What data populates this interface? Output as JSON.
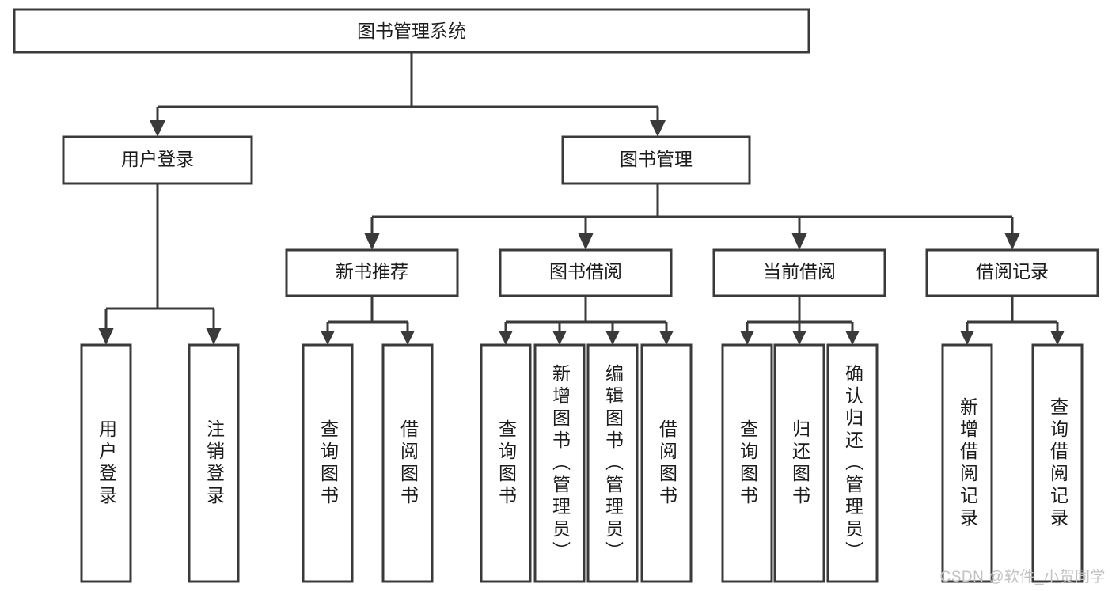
{
  "diagram": {
    "title": "图书管理系统",
    "type": "tree-hierarchy-chart",
    "root": {
      "label": "图书管理系统"
    },
    "level2": [
      {
        "label": "用户登录"
      },
      {
        "label": "图书管理"
      }
    ],
    "level3": [
      {
        "label": "新书推荐"
      },
      {
        "label": "图书借阅"
      },
      {
        "label": "当前借阅"
      },
      {
        "label": "借阅记录"
      }
    ],
    "leaves": [
      {
        "label": "用户登录"
      },
      {
        "label": "注销登录"
      },
      {
        "label": "查询图书"
      },
      {
        "label": "借阅图书"
      },
      {
        "label": "查询图书"
      },
      {
        "label": "新增图书（管理员）"
      },
      {
        "label": "编辑图书（管理员）"
      },
      {
        "label": "借阅图书"
      },
      {
        "label": "查询图书"
      },
      {
        "label": "归还图书"
      },
      {
        "label": "确认归还（管理员）"
      },
      {
        "label": "新增借阅记录"
      },
      {
        "label": "查询借阅记录"
      }
    ],
    "watermark": "CSDN @软件_小贺同学",
    "colors": {
      "stroke": "#3a3a3a",
      "fill": "#ffffff",
      "text": "#1c1c1c",
      "watermark": "#c2c2c2"
    }
  }
}
